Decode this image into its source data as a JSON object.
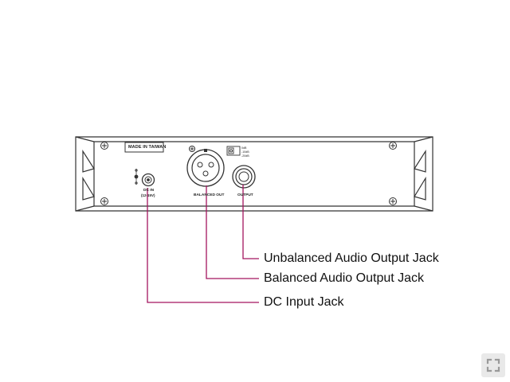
{
  "callouts": {
    "unbalanced": "Unbalanced Audio Output Jack",
    "balanced": "Balanced Audio Output Jack",
    "dc": "DC Input Jack"
  },
  "panel": {
    "made_in": "MADE IN TAIWAN",
    "dc_in": "DC IN",
    "dc_voltage": "(12-15V)",
    "balanced_out": "BALANCED OUT",
    "output": "OUTPUT",
    "switch_hi": "0dB",
    "switch_mid": "-10dB",
    "switch_lo": "-20dB"
  },
  "colors": {
    "callout_line": "#a3155f",
    "outline": "#333333"
  },
  "icons": {
    "fullscreen": "expand-icon"
  }
}
